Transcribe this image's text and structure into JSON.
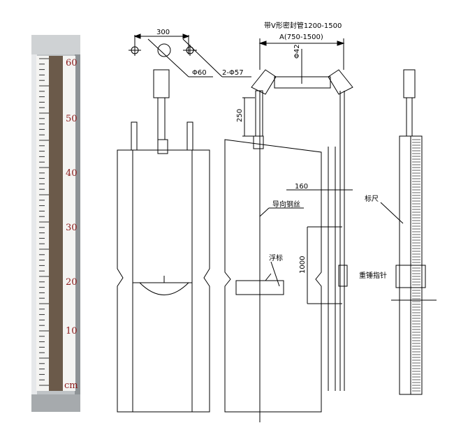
{
  "gauge": {
    "labels": [
      "60",
      "50",
      "40",
      "30",
      "20",
      "10"
    ],
    "unit": "cm"
  },
  "top_view": {
    "spacing": "300",
    "center_hole": "Φ60",
    "side_holes": "2-Φ57"
  },
  "side_view": {
    "seal_pipe": "带V形密封管1200-1500",
    "width_a": "A(750-1500)",
    "pipe_dia": "Φ42",
    "height": "250",
    "offset": "160",
    "guide_wire": "导向钢丝",
    "span": "1000",
    "float": "浮标"
  },
  "ruler_view": {
    "scale": "标尺",
    "pointer": "重锤指针"
  }
}
